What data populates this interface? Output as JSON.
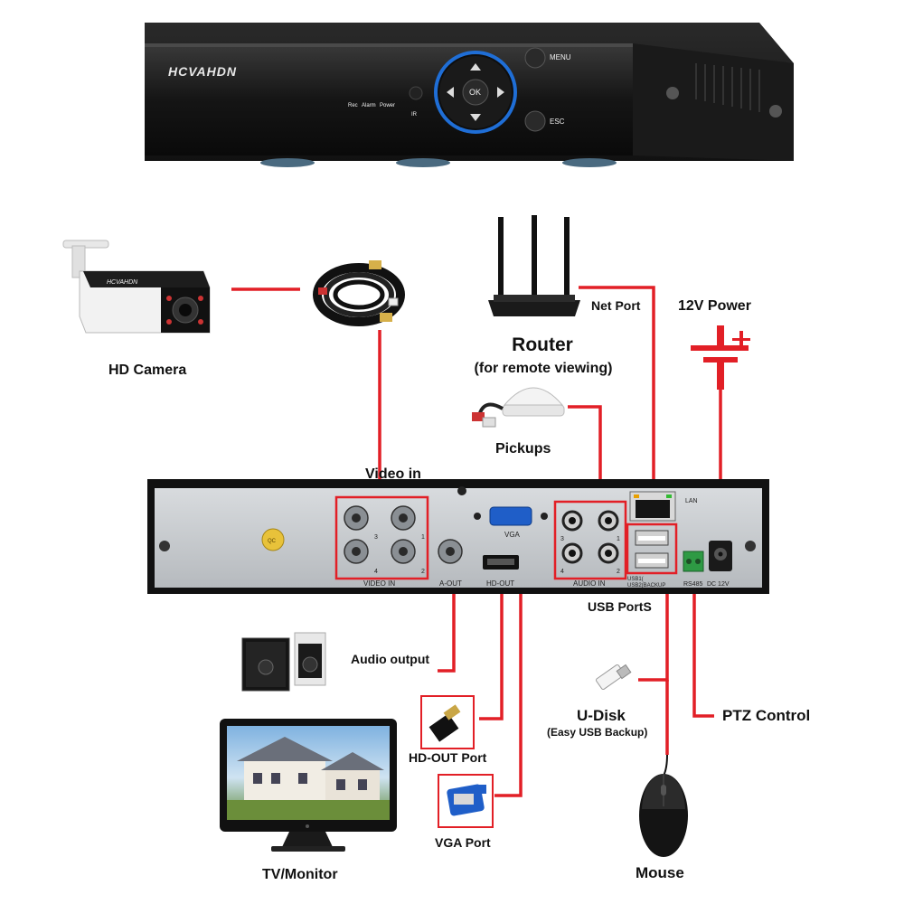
{
  "dvr": {
    "brand": "HCVAHDN",
    "front": {
      "rec": "Rec",
      "alarm": "Alarm",
      "power": "Power",
      "ir": "IR",
      "menu": "MENU",
      "esc": "ESC",
      "ok": "OK"
    },
    "rear": {
      "video_in": "VIDEO IN",
      "a_out": "A-OUT",
      "vga": "VGA",
      "hd_out": "HD-OUT",
      "audio_in": "AUDIO IN",
      "lan": "LAN",
      "usb1": "USB1(",
      "usb2": "USB2(BACKUP",
      "rs485": "RS485",
      "dc": "DC 12V",
      "qc": "QC",
      "channels": [
        "3",
        "1",
        "4",
        "2"
      ]
    }
  },
  "labels": {
    "hd_camera": "HD Camera",
    "router": "Router",
    "router_sub": "(for remote viewing)",
    "net_port": "Net Port",
    "power_12v": "12V Power",
    "pickups": "Pickups",
    "video_in": "Video in",
    "usb_ports": "USB PortS",
    "audio_output": "Audio output",
    "hd_out_port": "HD-OUT Port",
    "vga_port": "VGA Port",
    "u_disk": "U-Disk",
    "u_disk_sub": "(Easy USB Backup)",
    "ptz_control": "PTZ Control",
    "mouse": "Mouse",
    "tv_monitor": "TV/Monitor"
  },
  "colors": {
    "connector": "#e21f26",
    "device_body": "#1c1c1c",
    "panel": "#c9cdd2",
    "accent_ring": "#1f6ed6"
  },
  "icons": [
    "camera-icon",
    "cable-coil-icon",
    "router-icon",
    "microphone-icon",
    "power-symbol-icon",
    "speaker-icon",
    "monitor-icon",
    "hdmi-plug-icon",
    "vga-plug-icon",
    "usb-stick-icon",
    "mouse-icon"
  ]
}
